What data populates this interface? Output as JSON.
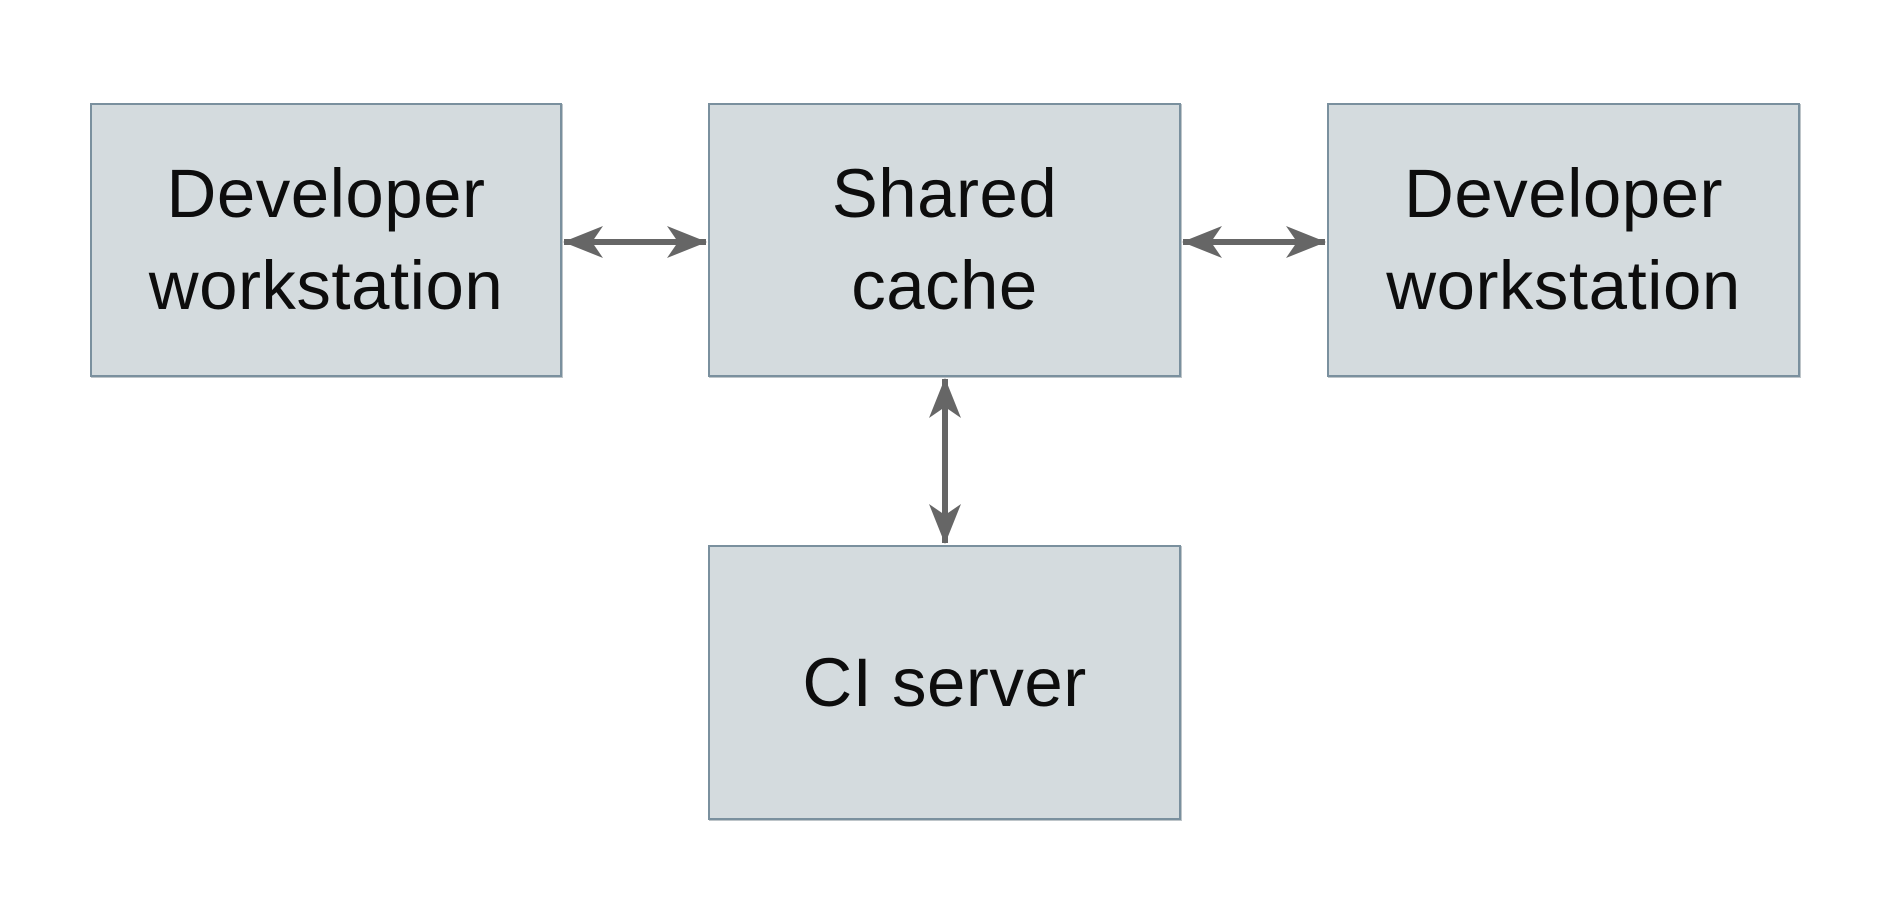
{
  "colors": {
    "background": "#ffffff",
    "node_fill": "#d4dbde",
    "node_border": "#7a909e",
    "arrow": "#666666",
    "text": "#0d0d0d"
  },
  "diagram": {
    "type": "architecture-diagram",
    "nodes": {
      "workstation_left": {
        "label": "Developer\nworkstation"
      },
      "shared_cache": {
        "label": "Shared\ncache"
      },
      "workstation_right": {
        "label": "Developer\nworkstation"
      },
      "ci_server": {
        "label": "CI server"
      }
    },
    "edges": [
      {
        "from": "workstation_left",
        "to": "shared_cache",
        "style": "bidirectional-arrow"
      },
      {
        "from": "shared_cache",
        "to": "workstation_right",
        "style": "bidirectional-arrow"
      },
      {
        "from": "shared_cache",
        "to": "ci_server",
        "style": "bidirectional-arrow"
      }
    ]
  }
}
